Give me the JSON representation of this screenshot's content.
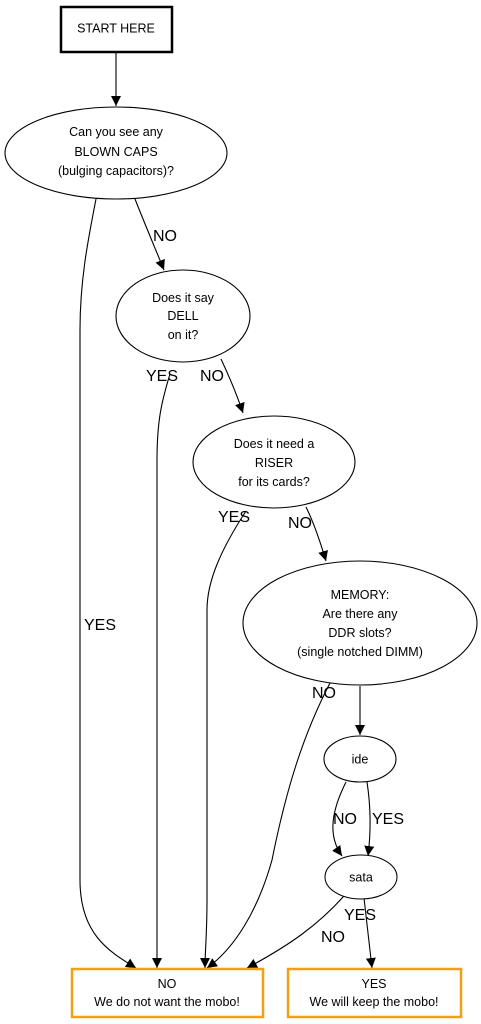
{
  "colors": {
    "line": "#000000",
    "terminal_border": "#f0a010",
    "background": "#ffffff"
  },
  "nodes": {
    "start": {
      "lines": [
        "START HERE"
      ]
    },
    "blown_caps": {
      "lines": [
        "Can you see any",
        "BLOWN CAPS",
        "(bulging capacitors)?"
      ]
    },
    "dell": {
      "lines": [
        "Does it say",
        "DELL",
        "on it?"
      ]
    },
    "riser": {
      "lines": [
        "Does it need a",
        "RISER",
        "for its cards?"
      ]
    },
    "memory": {
      "lines": [
        "MEMORY:",
        "Are there any",
        "DDR slots?",
        "(single notched DIMM)"
      ]
    },
    "ide": {
      "lines": [
        "ide"
      ]
    },
    "sata": {
      "lines": [
        "sata"
      ]
    },
    "reject": {
      "lines": [
        "NO",
        "We do not want the mobo!"
      ]
    },
    "keep": {
      "lines": [
        "YES",
        "We will keep the mobo!"
      ]
    }
  },
  "edge_labels": {
    "blown_caps_no": "NO",
    "blown_caps_yes": "YES",
    "dell_yes": "YES",
    "dell_no": "NO",
    "riser_yes": "YES",
    "riser_no": "NO",
    "memory_no": "NO",
    "ide_no": "NO",
    "ide_yes": "YES",
    "sata_yes": "YES",
    "sata_no": "NO"
  }
}
